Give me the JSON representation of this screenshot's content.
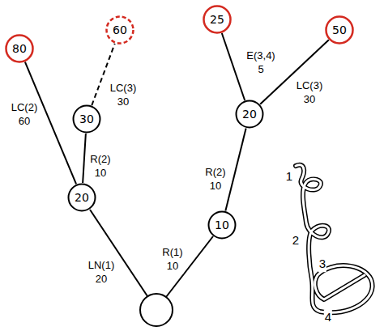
{
  "diagram": {
    "nodes": [
      {
        "text": [
          "80"
        ]
      },
      {
        "text": [
          "60"
        ]
      },
      {
        "text": [
          "30"
        ]
      },
      {
        "text": [
          "20"
        ]
      },
      {
        "text": [
          "25"
        ]
      },
      {
        "text": [
          "50"
        ]
      },
      {
        "text": [
          "20"
        ]
      },
      {
        "text": [
          "10"
        ]
      }
    ],
    "edges": [
      {
        "from": 3,
        "to": 0,
        "arrow": "none",
        "label": "LC(2) 60"
      },
      {
        "from": 3,
        "to": 2,
        "arrow": "none",
        "label": "R(2) 10"
      },
      {
        "from": 2,
        "to": 1,
        "arrow": "none",
        "label": "LC(3) 30"
      },
      {
        "from": 7,
        "to": 6,
        "arrow": "none",
        "label": "R(2) 10"
      },
      {
        "from": 6,
        "to": 4,
        "arrow": "none",
        "label": "E(3,4) 5"
      },
      {
        "from": 6,
        "to": 5,
        "arrow": "none",
        "label": "LC(3) 30"
      }
    ],
    "labels": [
      "LN(1) 20",
      "R(1) 10",
      "1",
      "2",
      "3",
      "4"
    ]
  }
}
